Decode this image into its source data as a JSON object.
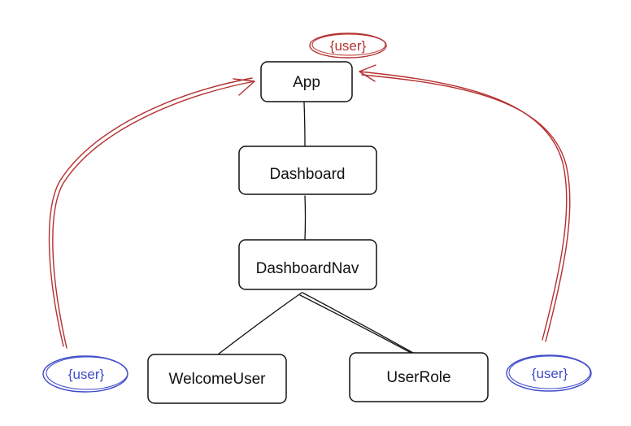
{
  "nodes": {
    "app": "App",
    "dashboard": "Dashboard",
    "dashboard_nav": "DashboardNav",
    "welcome_user": "WelcomeUser",
    "user_role": "UserRole"
  },
  "tags": {
    "app_state": "{user}",
    "welcome_user_state": "{user}",
    "user_role_state": "{user}"
  },
  "colors": {
    "node_stroke": "#111111",
    "edge": "#111111",
    "lift_arrow": "#b5302f",
    "app_tag": "#b5302f",
    "child_tag": "#3f4bc9"
  }
}
